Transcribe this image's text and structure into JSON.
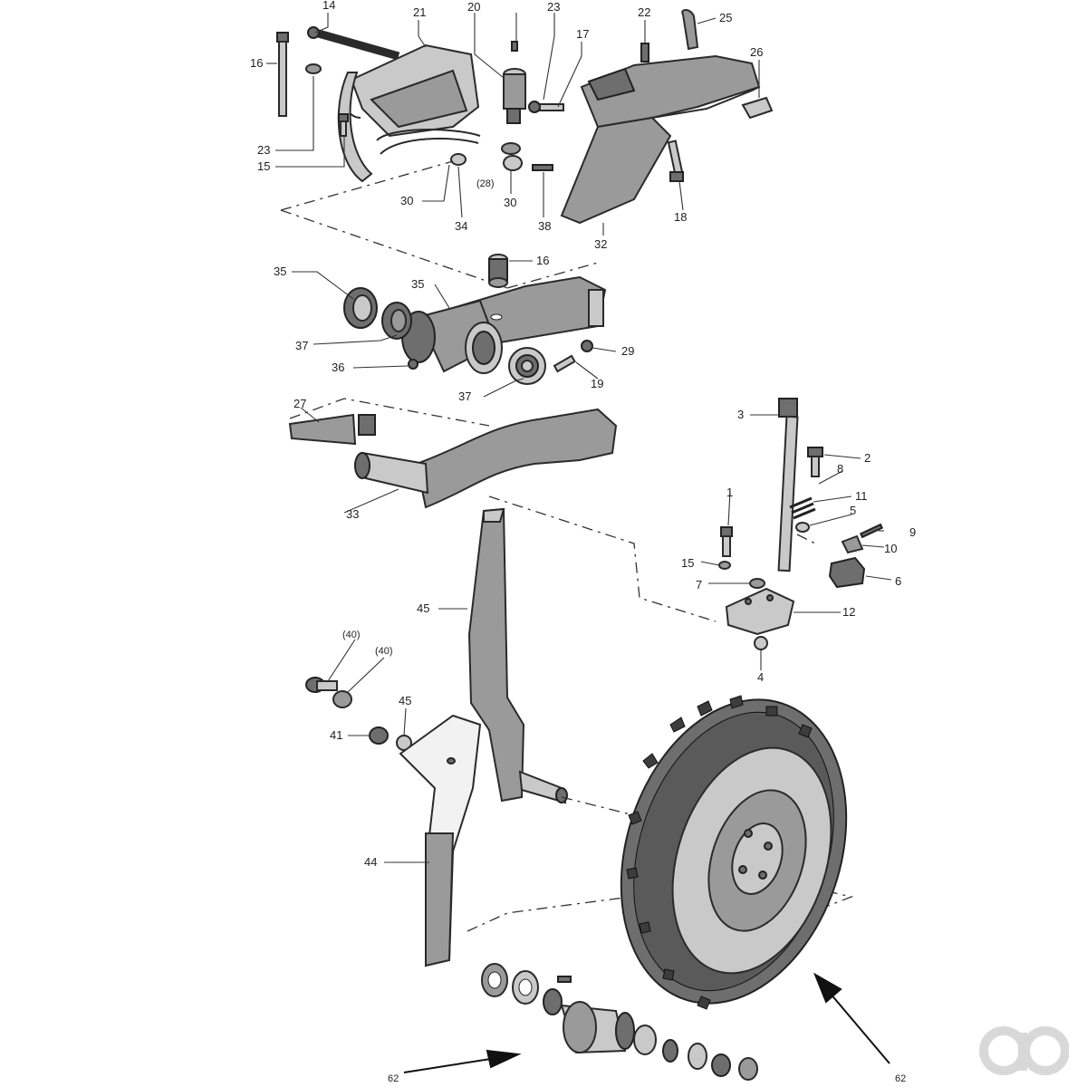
{
  "labels": {
    "l14": "14",
    "l21": "21",
    "l20": "20",
    "l23a": "23",
    "l17": "17",
    "l22": "22",
    "l25": "25",
    "l26": "26",
    "l16a": "16",
    "l23b": "23",
    "l15a": "15",
    "l30a": "30",
    "l34": "34",
    "l28": "(28)",
    "l30b": "30",
    "l38": "38",
    "l32": "32",
    "l18": "18",
    "l16b": "16",
    "l35a": "35",
    "l35b": "35",
    "l37a": "37",
    "l36": "36",
    "l29": "29",
    "l19": "19",
    "l37b": "37",
    "l27": "27",
    "l33": "33",
    "l3": "3",
    "l2": "2",
    "l8": "8",
    "l1": "1",
    "l11": "11",
    "l5": "5",
    "l9": "9",
    "l10": "10",
    "l15b": "15",
    "l7": "7",
    "l6": "6",
    "l12": "12",
    "l4": "4",
    "l45a": "45",
    "l40a": "(40)",
    "l40b": "(40)",
    "l45b": "45",
    "l41": "41",
    "l44": "44",
    "l62a": "62",
    "l62b": "62"
  }
}
